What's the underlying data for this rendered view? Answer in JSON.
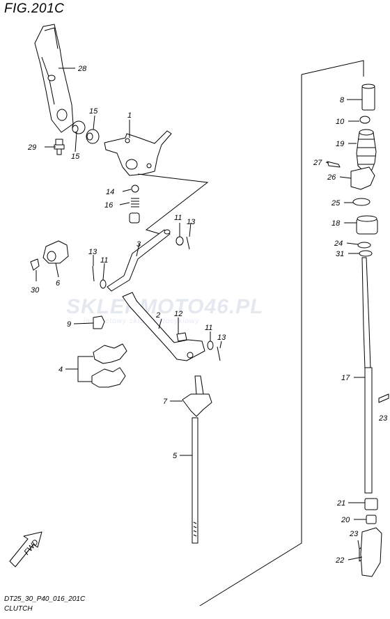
{
  "figure": {
    "title": "FIG.201C",
    "model_code": "DT25_30_P40_016_201C",
    "caption": "CLUTCH"
  },
  "watermark": {
    "brand": "SKLEPMOTO46.PL",
    "tagline": "internetowy sklep motocyklowy",
    "colors": {
      "primary": "#2b6cb0",
      "accent": "#d62828",
      "light": "#cfd8e3"
    }
  },
  "direction_marker": "FWD",
  "callouts": [
    {
      "id": "28",
      "text": "28"
    },
    {
      "id": "15a",
      "text": "15"
    },
    {
      "id": "15b",
      "text": "15"
    },
    {
      "id": "29",
      "text": "29"
    },
    {
      "id": "1",
      "text": "1"
    },
    {
      "id": "14",
      "text": "14"
    },
    {
      "id": "16",
      "text": "16"
    },
    {
      "id": "11a",
      "text": "11"
    },
    {
      "id": "13a",
      "text": "13"
    },
    {
      "id": "3",
      "text": "3"
    },
    {
      "id": "30",
      "text": "30"
    },
    {
      "id": "6",
      "text": "6"
    },
    {
      "id": "13b",
      "text": "13"
    },
    {
      "id": "11b",
      "text": "11"
    },
    {
      "id": "9",
      "text": "9"
    },
    {
      "id": "2",
      "text": "2"
    },
    {
      "id": "12",
      "text": "12"
    },
    {
      "id": "11c",
      "text": "11"
    },
    {
      "id": "13c",
      "text": "13"
    },
    {
      "id": "4",
      "text": "4"
    },
    {
      "id": "7",
      "text": "7"
    },
    {
      "id": "5",
      "text": "5"
    },
    {
      "id": "8",
      "text": "8"
    },
    {
      "id": "10",
      "text": "10"
    },
    {
      "id": "19",
      "text": "19"
    },
    {
      "id": "27",
      "text": "27"
    },
    {
      "id": "26",
      "text": "26"
    },
    {
      "id": "25",
      "text": "25"
    },
    {
      "id": "18",
      "text": "18"
    },
    {
      "id": "24",
      "text": "24"
    },
    {
      "id": "31",
      "text": "31"
    },
    {
      "id": "17",
      "text": "17"
    },
    {
      "id": "23a",
      "text": "23"
    },
    {
      "id": "21",
      "text": "21"
    },
    {
      "id": "20",
      "text": "20"
    },
    {
      "id": "23b",
      "text": "23"
    },
    {
      "id": "22",
      "text": "22"
    }
  ]
}
